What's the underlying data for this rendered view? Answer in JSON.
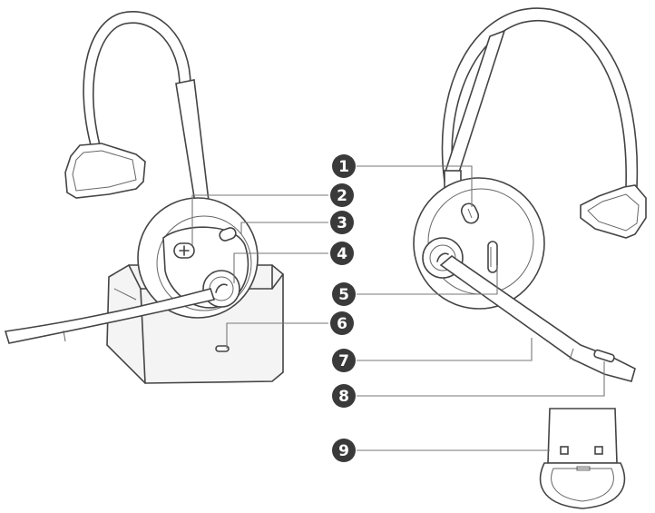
{
  "callouts": [
    {
      "id": 1,
      "label": "1"
    },
    {
      "id": 2,
      "label": "2"
    },
    {
      "id": 3,
      "label": "3"
    },
    {
      "id": 4,
      "label": "4"
    },
    {
      "id": 5,
      "label": "5"
    },
    {
      "id": 6,
      "label": "6"
    },
    {
      "id": 7,
      "label": "7"
    },
    {
      "id": 8,
      "label": "8"
    },
    {
      "id": 9,
      "label": "9"
    }
  ],
  "colors": {
    "stroke": "#444444",
    "callout_fill": "#3a3a3a",
    "callout_text": "#ffffff",
    "background": "#ffffff"
  }
}
